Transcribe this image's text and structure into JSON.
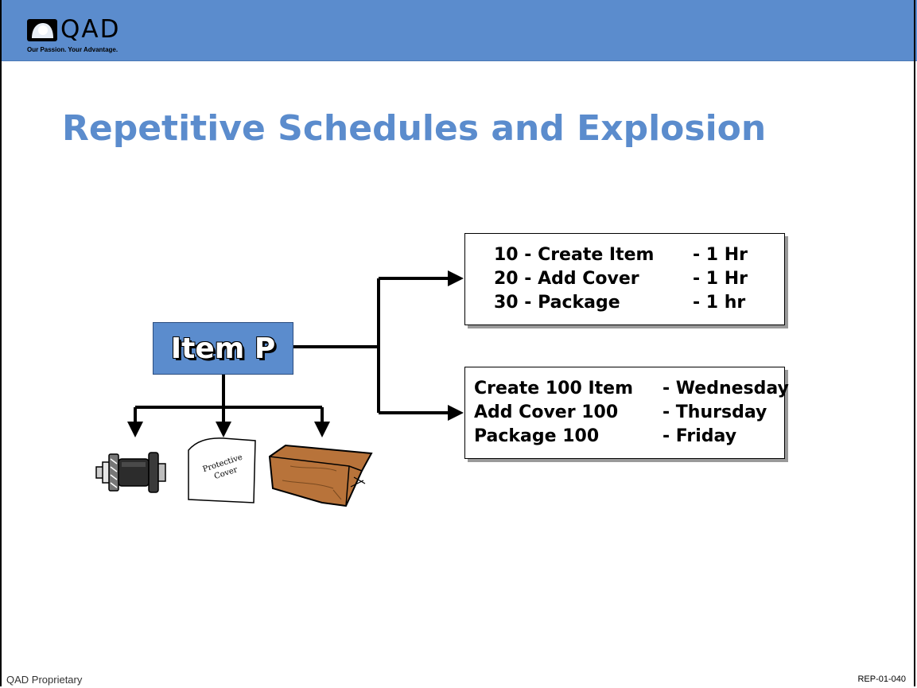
{
  "header": {
    "brand": "QAD",
    "tagline": "Our Passion. Your Advantage."
  },
  "slide": {
    "title": "Repetitive Schedules and Explosion"
  },
  "diagram": {
    "item_label": "Item P",
    "components": [
      {
        "icon": "bolt-icon"
      },
      {
        "icon": "protective-cover-icon",
        "label_line1": "Protective",
        "label_line2": "Cover"
      },
      {
        "icon": "package-icon"
      }
    ],
    "operations": [
      {
        "text": "10 - Create Item",
        "duration": "- 1 Hr"
      },
      {
        "text": "20 - Add Cover",
        "duration": "- 1 Hr"
      },
      {
        "text": "30 - Package",
        "duration": "- 1 hr"
      }
    ],
    "schedule": [
      {
        "text": "Create 100 Item",
        "day": "- Wednesday"
      },
      {
        "text": "Add Cover 100",
        "day": "- Thursday"
      },
      {
        "text": "Package 100",
        "day": "- Friday"
      }
    ]
  },
  "footer": {
    "left": "QAD Proprietary",
    "right": "REP-01-040"
  },
  "colors": {
    "header_blue": "#5b8ccd",
    "title_blue": "#5b8ccd",
    "package_brown": "#b8733a"
  }
}
